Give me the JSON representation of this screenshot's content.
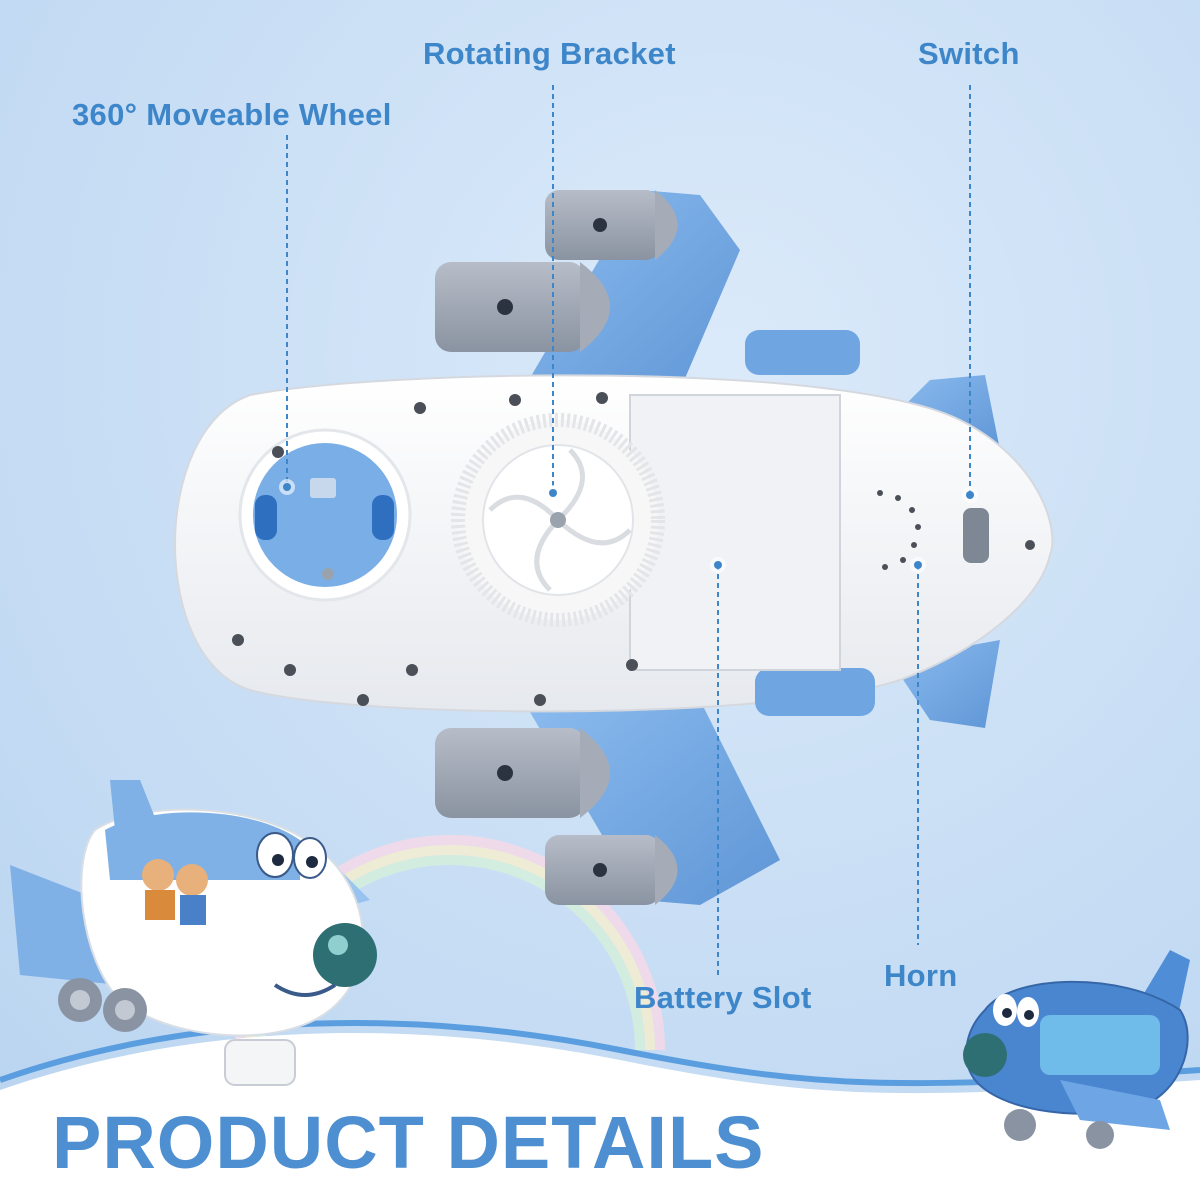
{
  "callouts": {
    "wheel": "360° Moveable Wheel",
    "bracket": "Rotating Bracket",
    "switch": "Switch",
    "battery": "Battery Slot",
    "horn": "Horn"
  },
  "headline": "PRODUCT DETAILS",
  "colors": {
    "background": "#c9e0f5",
    "label": "#3d86c9",
    "headline": "#4d8fd0",
    "plane_blue": "#7fb0e6",
    "plane_white": "#f4f5f7",
    "engine_gray": "#9ea6b3"
  },
  "icons": [
    "plane-toy-bottom-view",
    "plane-toy-side-view",
    "plane-toy-lit-view",
    "rainbow-decor"
  ]
}
